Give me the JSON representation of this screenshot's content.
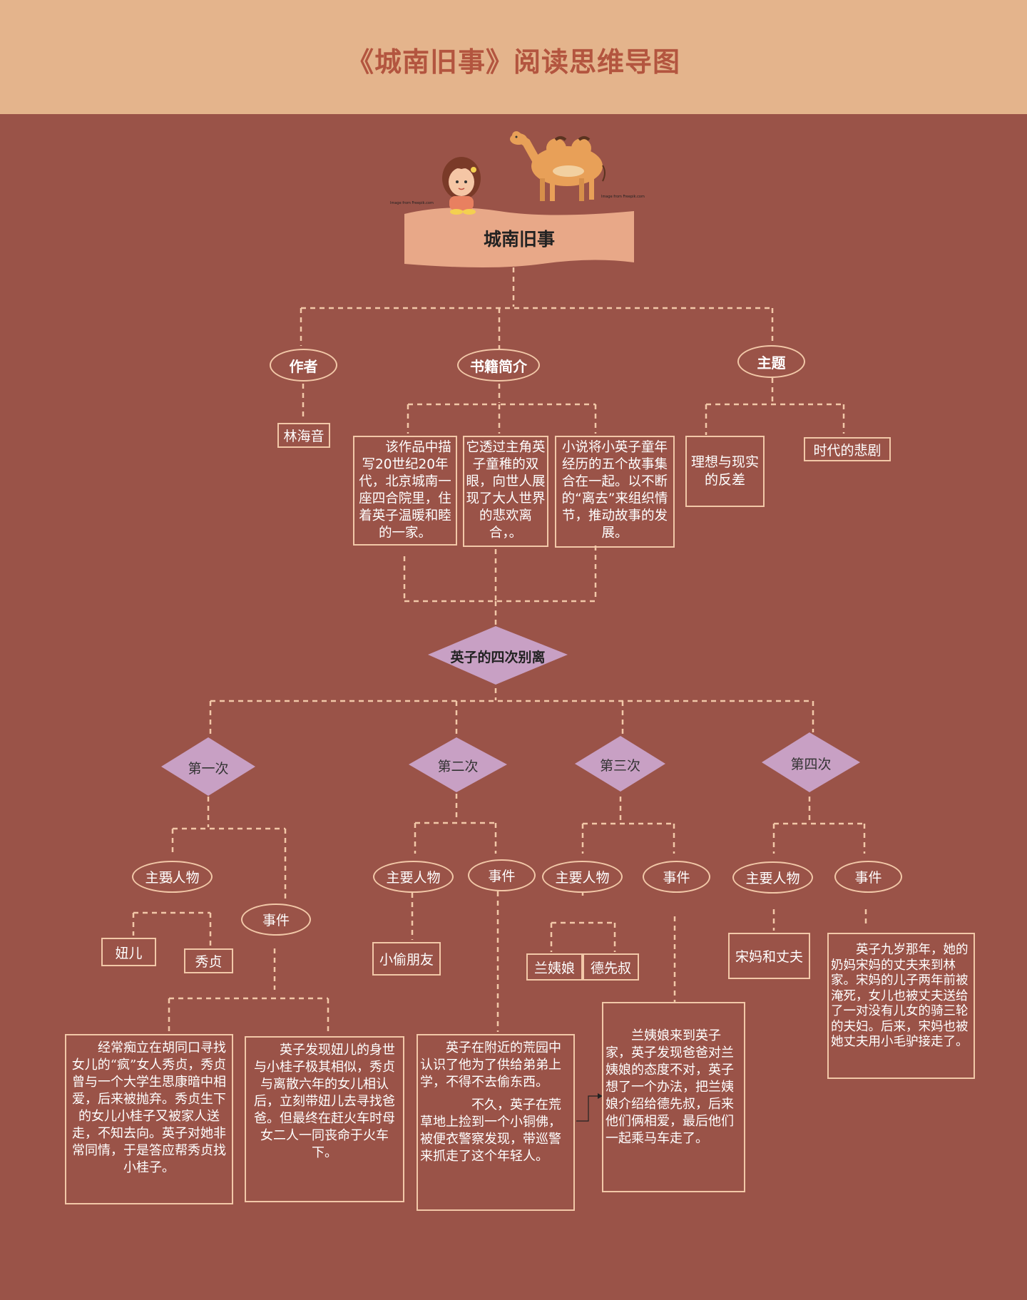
{
  "header": {
    "title": "《城南旧事》阅读思维导图"
  },
  "central": {
    "label": "城南旧事",
    "credit_left": "Image from Freepik.com",
    "credit_right": "Image from Freepik.com"
  },
  "author": {
    "label": "作者",
    "value": "林海音"
  },
  "book_intro": {
    "label": "书籍简介",
    "items": [
      "该作品中描写20世纪20年代，北京城南一座四合院里，住着英子温暖和睦的一家。",
      "它透过主角英子童稚的双眼，向世人展现了大人世界的悲欢离合，。",
      "小说将小英子童年经历的五个故事集合在一起。以不断的“离去”来组织情节，推动故事的发展。"
    ]
  },
  "theme": {
    "label": "主题",
    "items": [
      "理想与现实的反差",
      "时代的悲剧"
    ]
  },
  "partings": {
    "label": "英子的四次别离",
    "first": {
      "label": "第一次",
      "characters_label": "主要人物",
      "characters": [
        "妞儿",
        "秀贞"
      ],
      "events_label": "事件",
      "events": [
        "经常痴立在胡同口寻找女儿的“疯”女人秀贞，秀贞曾与一个大学生思康暗中相爱，后来被抛弃。秀贞生下的女儿小桂子又被家人送走，不知去向。英子对她非常同情，于是答应帮秀贞找小桂子。",
        "英子发现妞儿的身世与小桂子极其相似，秀贞与离散六年的女儿相认后，立刻带妞儿去寻找爸爸。但最终在赶火车时母女二人一同丧命于火车下。"
      ]
    },
    "second": {
      "label": "第二次",
      "characters_label": "主要人物",
      "characters": [
        "小偷朋友"
      ],
      "events_label": "事件",
      "event_paragraphs": [
        "英子在附近的荒园中认识了他为了供给弟弟上学，不得不去偷东西。",
        "不久，英子在荒草地上捡到一个小铜佛，被便衣警察发现，带巡警来抓走了这个年轻人。"
      ]
    },
    "third": {
      "label": "第三次",
      "characters_label": "主要人物",
      "characters": [
        "兰姨娘",
        "德先叔"
      ],
      "events_label": "事件",
      "event": "兰姨娘来到英子家，英子发现爸爸对兰姨娘的态度不对，英子想了一个办法，把兰姨娘介绍给德先叔，后来他们俩相爱，最后他们一起乘马车走了。"
    },
    "fourth": {
      "label": "第四次",
      "characters_label": "主要人物",
      "characters": [
        "宋妈和丈夫"
      ],
      "events_label": "事件",
      "event": "英子九岁那年，她的奶妈宋妈的丈夫来到林家。宋妈的儿子两年前被淹死，女儿也被丈夫送给了一对没有儿女的骑三轮的夫妇。后来，宋妈也被她丈夫用小毛驴接走了。"
    }
  },
  "colors": {
    "header_bg": "#e4b48c",
    "title": "#b3553f",
    "background": "#9a5348",
    "line": "#f2c8a8",
    "diamond": "#c8a0c4",
    "banner": "#e8a888"
  }
}
